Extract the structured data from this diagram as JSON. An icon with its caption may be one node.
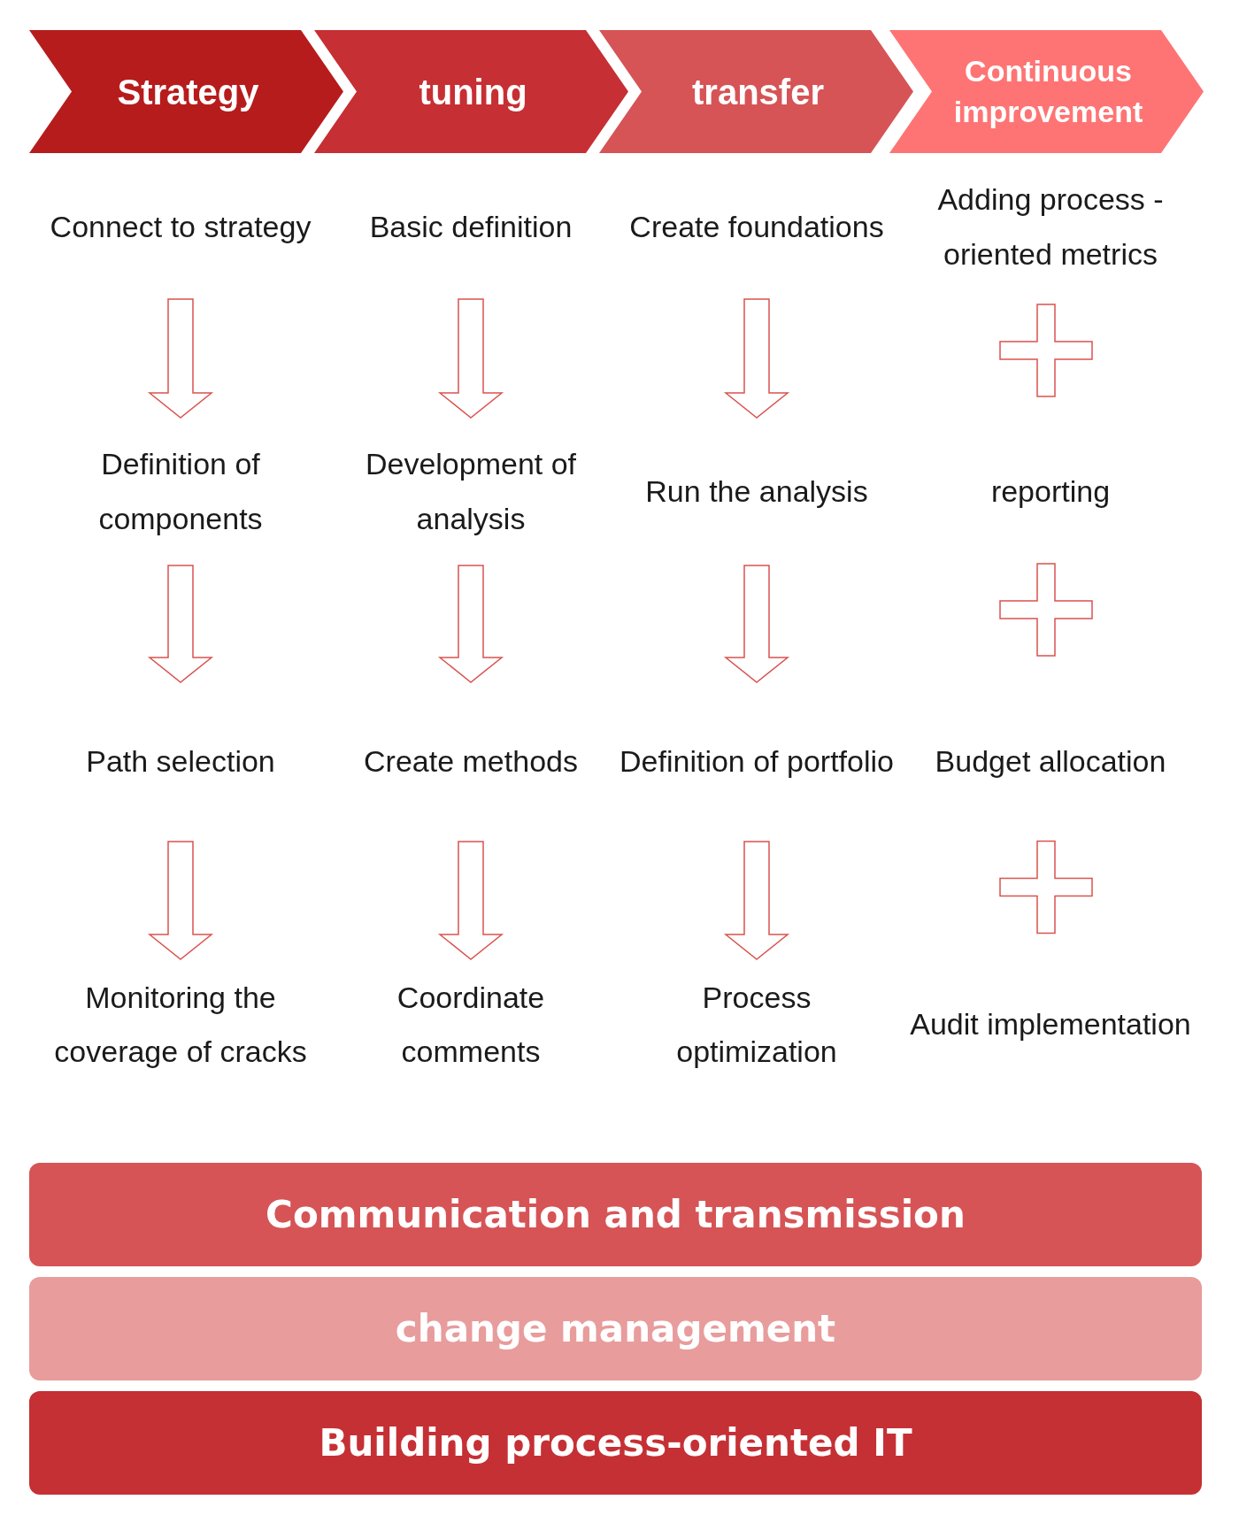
{
  "diagram": {
    "nodes": [
      {
        "text": [
          "Strategy"
        ]
      },
      {
        "text": [
          "tuning"
        ]
      },
      {
        "text": [
          "transfer"
        ]
      },
      {
        "text": [
          "Continuous improvement"
        ]
      },
      {
        "text": [
          "Connect to strategy"
        ]
      },
      {
        "text": [
          "Basic definition"
        ]
      },
      {
        "text": [
          "Create foundations"
        ]
      },
      {
        "text": [
          "Definition of components"
        ]
      },
      {
        "text": [
          "Development of analysis"
        ]
      },
      {
        "text": [
          "Run the analysis"
        ]
      },
      {
        "text": [
          "Path selection"
        ]
      },
      {
        "text": [
          "Create methods"
        ]
      },
      {
        "text": [
          "Definition of portfolio"
        ]
      },
      {
        "text": [
          "Monitoring the coverage of cracks"
        ]
      },
      {
        "text": [
          "Coordinate comments"
        ]
      },
      {
        "text": [
          "Process optimization"
        ]
      },
      {
        "text": [
          "Communication and transmission"
        ]
      },
      {
        "text": [
          "change management"
        ]
      },
      {
        "text": [
          "Building process-oriented IT"
        ]
      }
    ],
    "edges": [
      {
        "from": 4,
        "to": 7,
        "arrow": "to"
      },
      {
        "from": 7,
        "to": 10,
        "arrow": "to"
      },
      {
        "from": 10,
        "to": 13,
        "arrow": "to"
      },
      {
        "from": 5,
        "to": 8,
        "arrow": "to"
      },
      {
        "from": 8,
        "to": 11,
        "arrow": "to"
      },
      {
        "from": 11,
        "to": 14,
        "arrow": "to"
      },
      {
        "from": 6,
        "to": 9,
        "arrow": "to"
      },
      {
        "from": 9,
        "to": 12,
        "arrow": "to"
      },
      {
        "from": 12,
        "to": 15,
        "arrow": "to"
      }
    ],
    "labels": [
      "Adding process -oriented metrics",
      "reporting",
      "Budget allocation",
      "Audit implementation"
    ]
  }
}
